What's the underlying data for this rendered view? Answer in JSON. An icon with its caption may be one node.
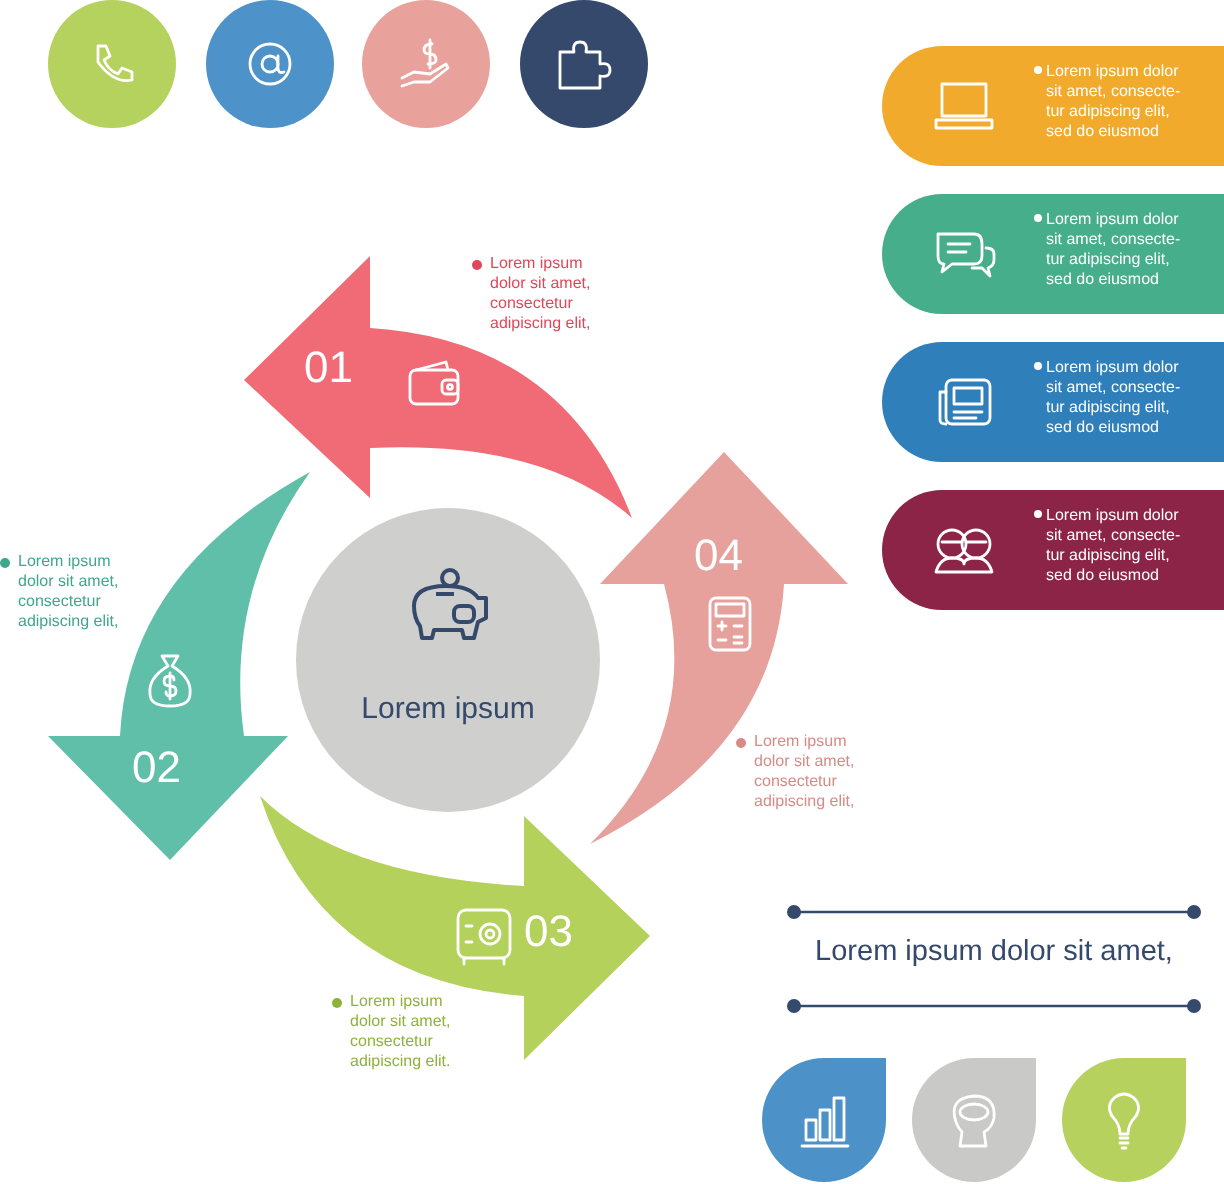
{
  "diagram": {
    "nodes": [
      {
        "text": [],
        "shape": "circle"
      },
      {
        "text": [],
        "shape": "circle"
      },
      {
        "text": [],
        "shape": "circle"
      },
      {
        "text": [],
        "shape": "circle"
      },
      {
        "text": [
          "01"
        ],
        "beside": [
          "Lorem ipsum dolor sit amet, consectetur adipiscing elit,"
        ]
      },
      {
        "text": [
          "02"
        ],
        "beside": [
          "Lorem ipsum dolor sit amet, consectetur adipiscing elit,"
        ]
      },
      {
        "text": [
          "03"
        ],
        "beside": [
          "Lorem ipsum dolor sit amet, consectetur adipiscing elit."
        ]
      },
      {
        "text": [
          "04"
        ],
        "beside": [
          "Lorem ipsum dolor sit amet, consectetur adipiscing elit,"
        ]
      },
      {
        "text": [
          "Lorem ipsum"
        ]
      },
      {
        "text": [
          "Lorem ipsum dolor sit amet, consecte- tur adipiscing elit, sed do eiusmod"
        ]
      },
      {
        "text": [
          "Lorem ipsum dolor sit amet, consecte- tur adipiscing elit, sed do eiusmod"
        ]
      },
      {
        "text": [
          "Lorem ipsum dolor sit amet, consecte- tur adipiscing elit, sed do eiusmod"
        ]
      },
      {
        "text": [
          "Lorem ipsum dolor sit amet, consecte- tur adipiscing elit, sed do eiusmod"
        ]
      },
      {
        "text": [],
        "shape": "drop"
      },
      {
        "text": [],
        "shape": "drop"
      },
      {
        "text": [],
        "shape": "drop"
      }
    ],
    "edges": [],
    "labels": [
      "Lorem ipsum dolor sit amet,"
    ]
  }
}
